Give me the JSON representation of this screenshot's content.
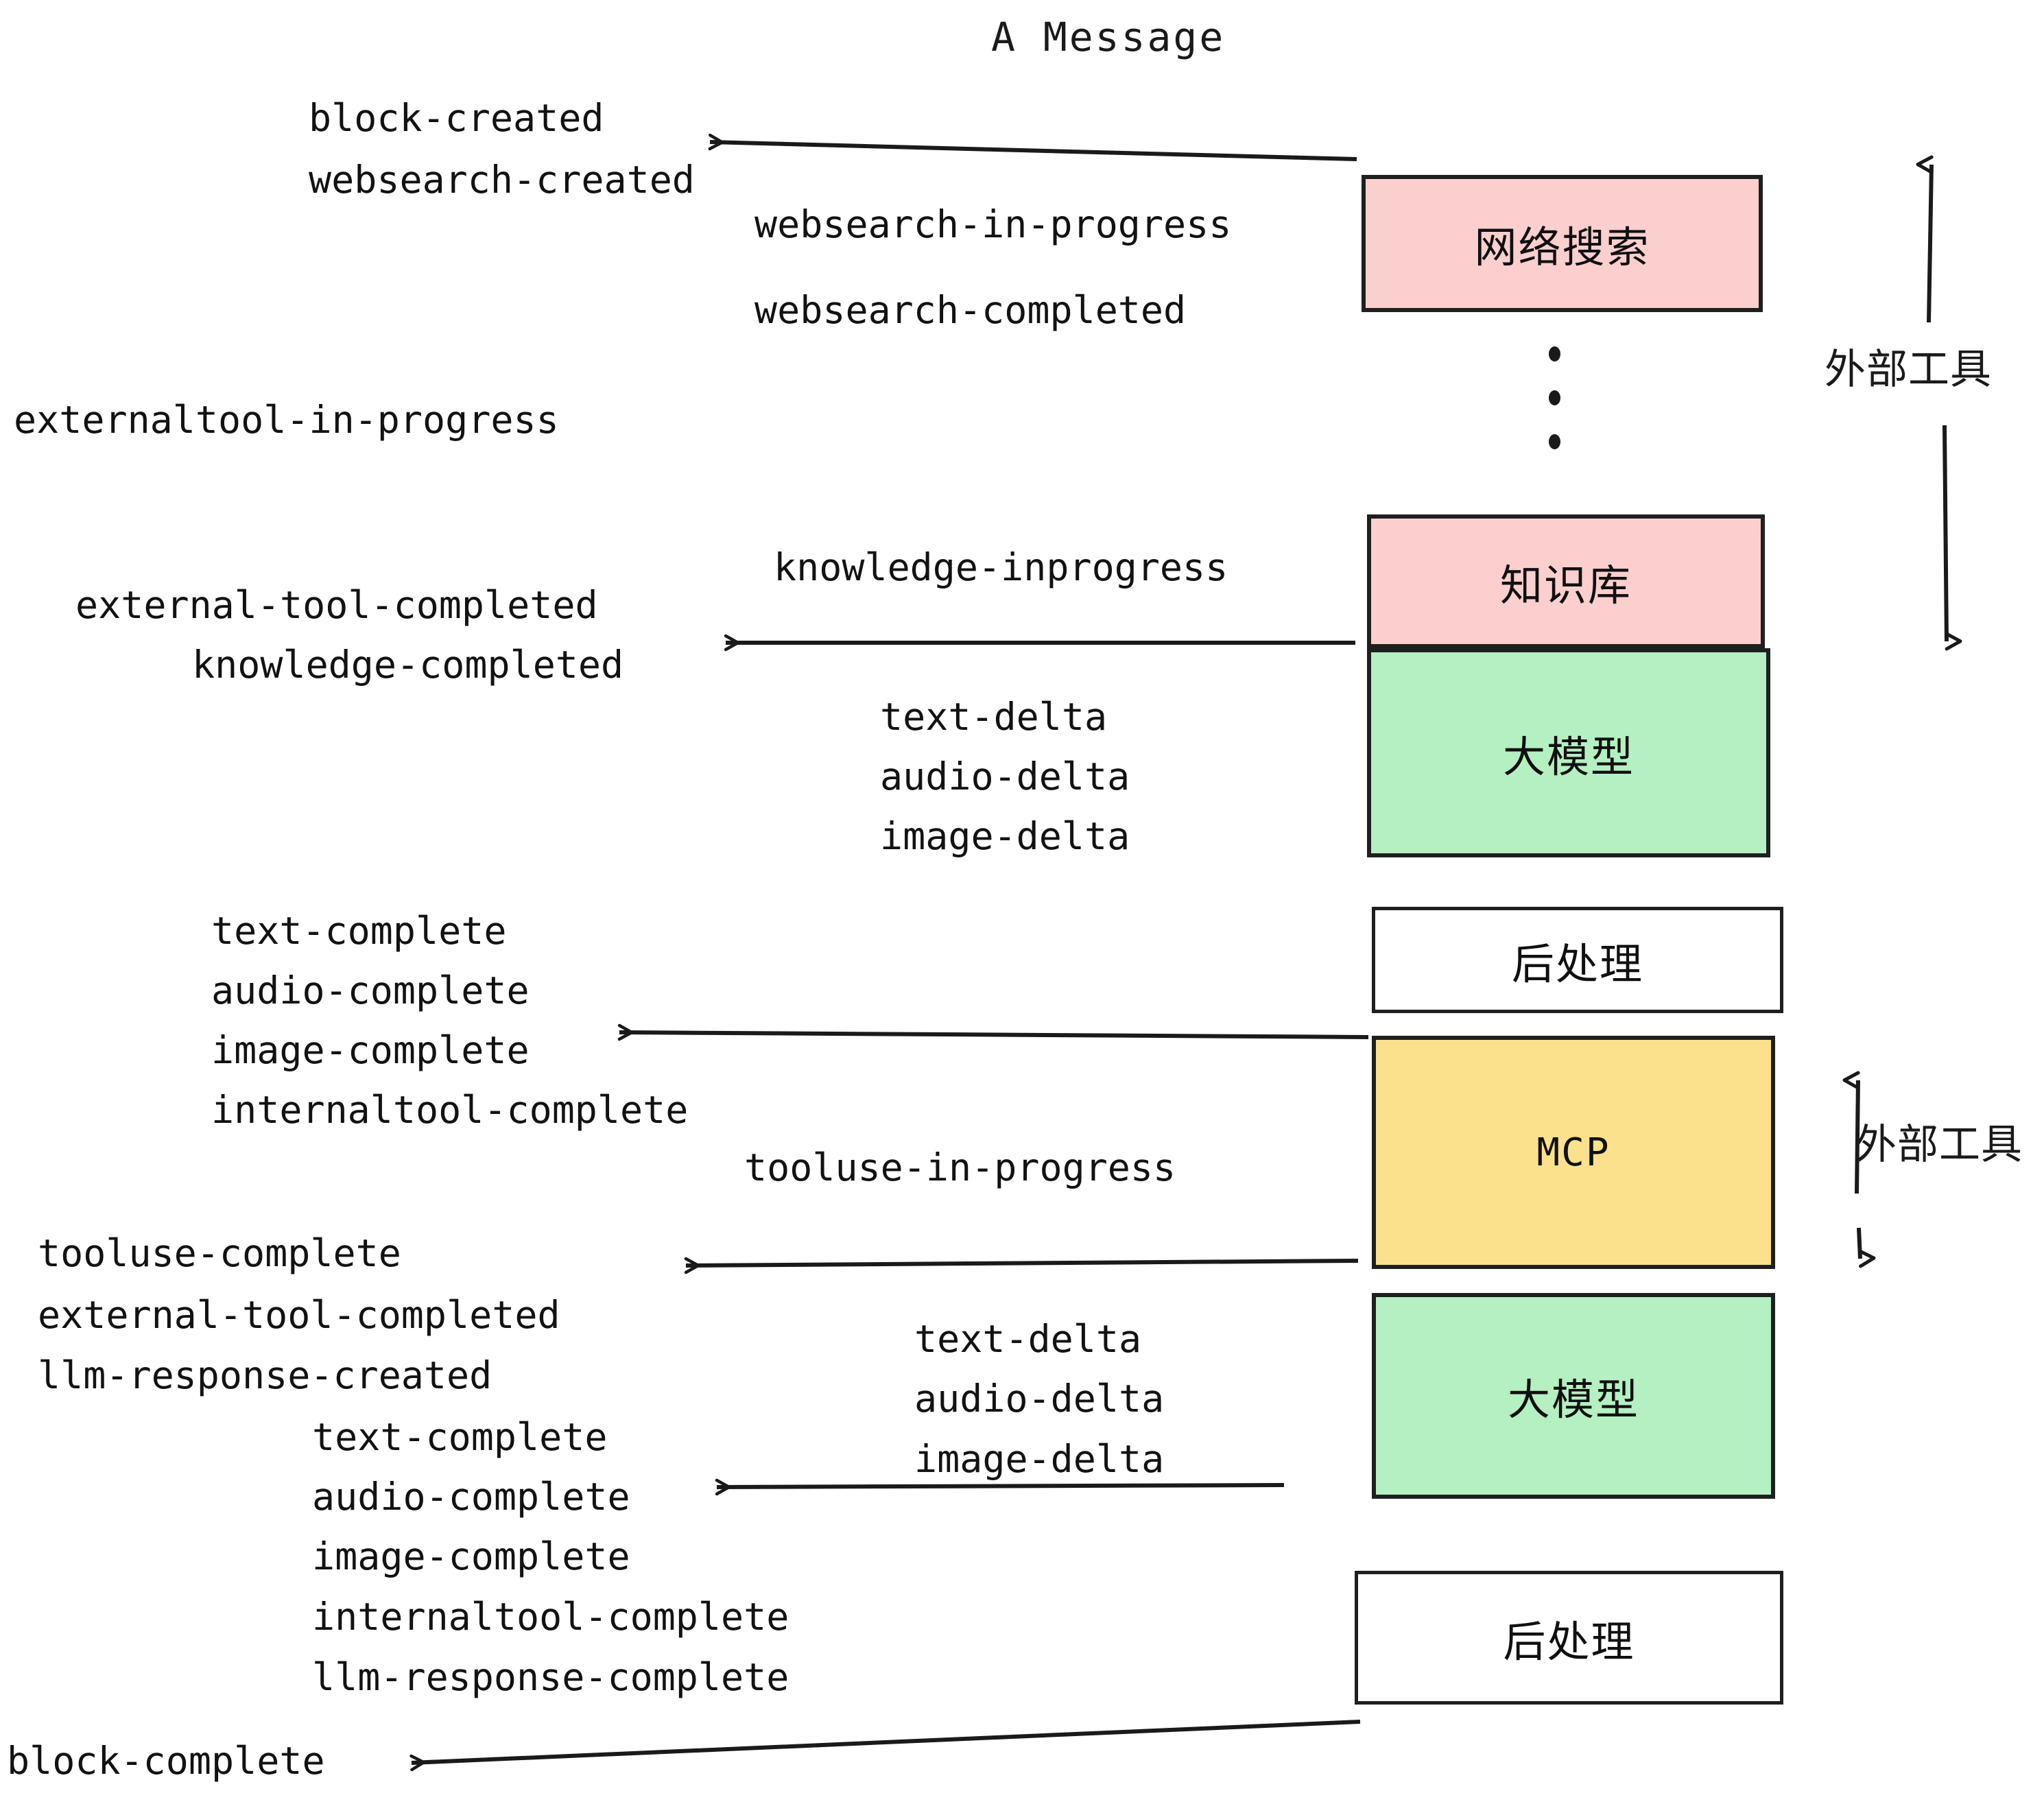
{
  "diagram": {
    "title": "A Message",
    "colors": {
      "pink": "#fccfcf",
      "green": "#b4f0c2",
      "yellow": "#fbe18c",
      "white": "#ffffff",
      "stroke": "#1f1f1f",
      "text": "#121212"
    },
    "boxes": [
      {
        "id": "websearch",
        "label": "网络搜索",
        "fill": "pink",
        "lang": "cn"
      },
      {
        "id": "knowledge",
        "label": "知识库",
        "fill": "pink",
        "lang": "cn"
      },
      {
        "id": "llm-1",
        "label": "大模型",
        "fill": "green",
        "lang": "cn"
      },
      {
        "id": "postproc-1",
        "label": "后处理",
        "fill": "white",
        "lang": "cn"
      },
      {
        "id": "mcp",
        "label": "MCP",
        "fill": "yellow",
        "lang": "en"
      },
      {
        "id": "llm-2",
        "label": "大模型",
        "fill": "green",
        "lang": "cn"
      },
      {
        "id": "postproc-2",
        "label": "后处理",
        "fill": "white",
        "lang": "cn"
      }
    ],
    "side_annotations": [
      {
        "id": "external-tools-top",
        "label": "外部工具"
      },
      {
        "id": "external-tools-bottom",
        "label": "外部工具"
      }
    ],
    "events": {
      "block_created": "block-created",
      "websearch_created": "websearch-created",
      "websearch_in_progress": "websearch-in-progress",
      "websearch_completed": "websearch-completed",
      "externaltool_in_progress": "externaltool-in-progress",
      "knowledge_inprogress": "knowledge-inprogress",
      "external_tool_completed_1": "external-tool-completed",
      "knowledge_completed": "knowledge-completed",
      "text_delta_1": "text-delta",
      "audio_delta_1": "audio-delta",
      "image_delta_1": "image-delta",
      "text_complete_1": "text-complete",
      "audio_complete_1": "audio-complete",
      "image_complete_1": "image-complete",
      "internaltool_complete_1": "internaltool-complete",
      "tooluse_in_progress": "tooluse-in-progress",
      "tooluse_complete": "tooluse-complete",
      "external_tool_completed_2": "external-tool-completed",
      "llm_response_created": "llm-response-created",
      "text_delta_2": "text-delta",
      "audio_delta_2": "audio-delta",
      "image_delta_2": "image-delta",
      "text_complete_2": "text-complete",
      "audio_complete_2": "audio-complete",
      "image_complete_2": "image-complete",
      "internaltool_complete_2": "internaltool-complete",
      "llm_response_complete": "llm-response-complete",
      "block_complete": "block-complete"
    }
  }
}
